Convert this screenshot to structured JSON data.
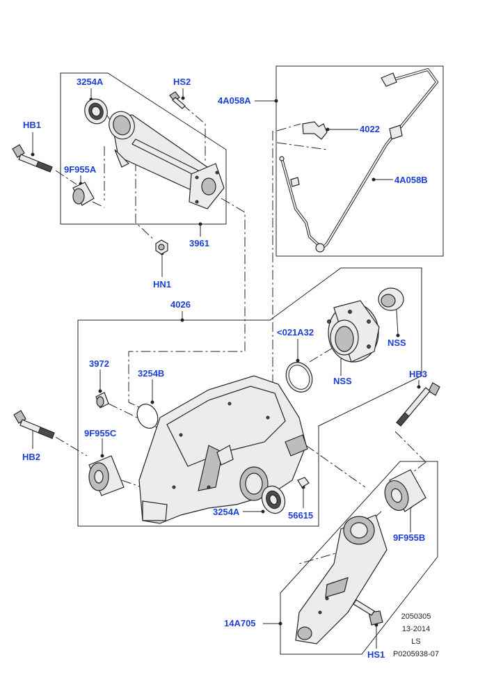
{
  "labels": {
    "l_3254A_top": "3254A",
    "l_HS2": "HS2",
    "l_4A058A": "4A058A",
    "l_HB1": "HB1",
    "l_9F955A": "9F955A",
    "l_4022": "4022",
    "l_4A058B": "4A058B",
    "l_3961": "3961",
    "l_HN1": "HN1",
    "l_4026": "4026",
    "l_021A32": "<021A32",
    "l_NSS_1": "NSS",
    "l_NSS_2": "NSS",
    "l_3972": "3972",
    "l_3254B": "3254B",
    "l_HB3": "HB3",
    "l_HB2": "HB2",
    "l_9F955C": "9F955C",
    "l_3254A_bottom": "3254A",
    "l_56615": "56615",
    "l_9F955B": "9F955B",
    "l_14A705": "14A705",
    "l_HS1": "HS1"
  },
  "footer": {
    "number": "2050305",
    "date": "13-2014",
    "initials": "LS",
    "reference": "P0205938-07"
  },
  "colors": {
    "label": "#1a3fd6",
    "line": "#222222"
  }
}
